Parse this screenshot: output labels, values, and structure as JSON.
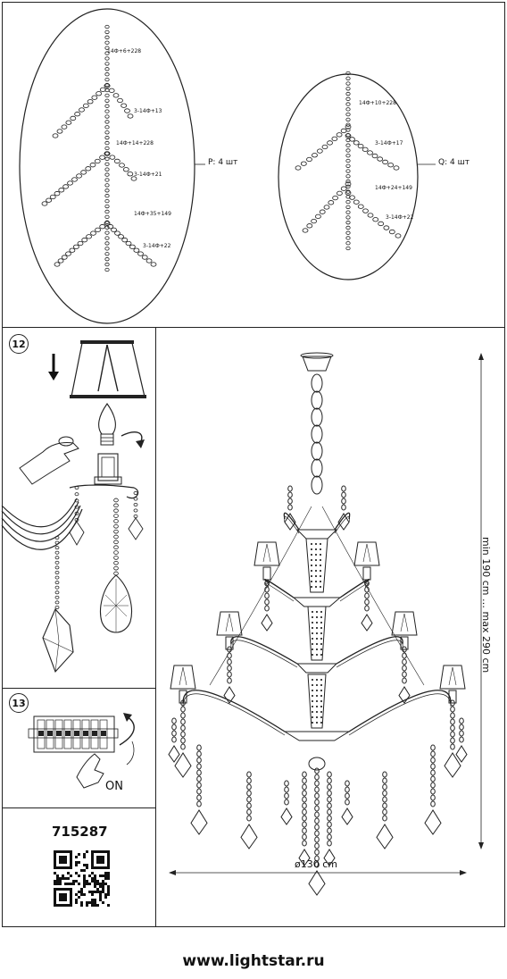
{
  "top_panel": {
    "left_oval": {
      "labels": [
        "14Ф+6+228",
        "3-14Ф+13",
        "14Ф+14+228",
        "3-14Ф+21",
        "14Ф+35+149",
        "3-14Ф+22"
      ],
      "callout": "P: 4 шт"
    },
    "right_oval": {
      "labels": [
        "14Ф+10+228",
        "3-14Ф+17",
        "14Ф+24+149",
        "3-14Ф+22"
      ],
      "callout": "Q: 4 шт"
    }
  },
  "step12": {
    "number": "12"
  },
  "step13": {
    "number": "13",
    "switch_label": "ON"
  },
  "product": {
    "article": "715287"
  },
  "chandelier": {
    "height_dim": "min 190 cm … max 290 cm",
    "width_dim": "ø130 cm"
  },
  "footer": {
    "website": "www.lightstar.ru"
  }
}
